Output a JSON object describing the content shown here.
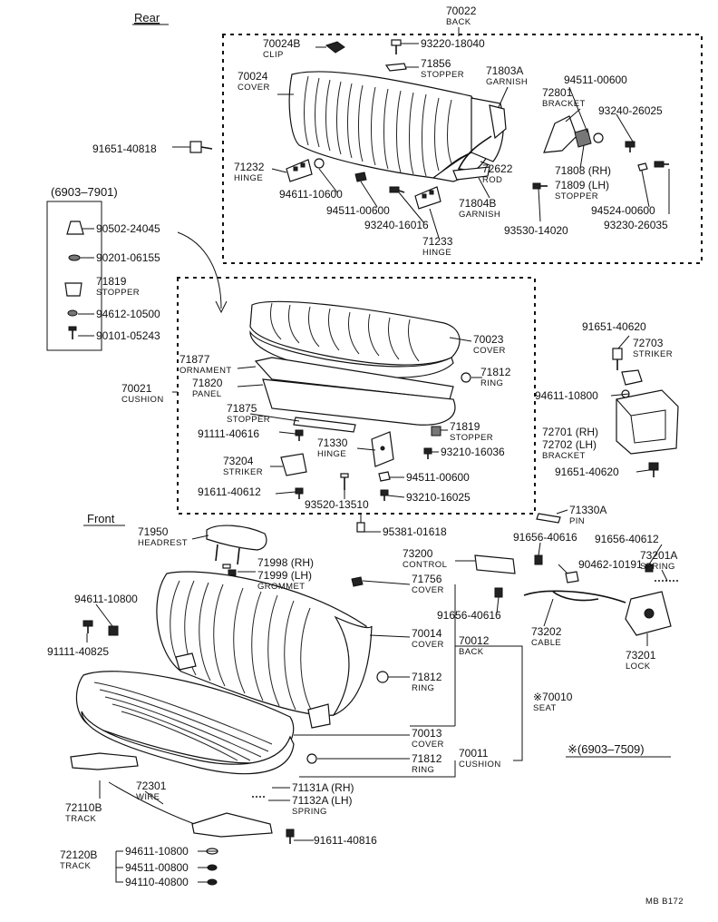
{
  "headings": {
    "rear": "Rear",
    "front": "Front",
    "range_rear": "(6903–7901)",
    "range_front": "※(6903–7509)",
    "code": "MB B172"
  },
  "labels": [
    {
      "id": "70022",
      "num": "70022",
      "sub": "BACK"
    },
    {
      "id": "70024b",
      "num": "70024B",
      "sub": "CLIP"
    },
    {
      "id": "93220-18040",
      "num": "93220-18040"
    },
    {
      "id": "71856",
      "num": "71856",
      "sub": "STOPPER"
    },
    {
      "id": "71803a",
      "num": "71803A",
      "sub": "GARNISH"
    },
    {
      "id": "70024",
      "num": "70024",
      "sub": "COVER"
    },
    {
      "id": "94511-00600a",
      "num": "94511-00600"
    },
    {
      "id": "72801",
      "num": "72801",
      "sub": "BRACKET"
    },
    {
      "id": "93240-26025",
      "num": "93240-26025"
    },
    {
      "id": "91651-40818",
      "num": "91651-40818"
    },
    {
      "id": "71232",
      "num": "71232",
      "sub": "HINGE"
    },
    {
      "id": "72622",
      "num": "72622",
      "sub": "ROD"
    },
    {
      "id": "71808",
      "num": "71808 (RH)"
    },
    {
      "id": "71809",
      "num": "71809 (LH)",
      "sub": "STOPPER"
    },
    {
      "id": "94611-10600",
      "num": "94611-10600"
    },
    {
      "id": "71804b",
      "num": "71804B",
      "sub": "GARNISH"
    },
    {
      "id": "94511-00600b",
      "num": "94511-00600"
    },
    {
      "id": "94524-00600",
      "num": "94524-00600"
    },
    {
      "id": "93240-16016",
      "num": "93240-16016"
    },
    {
      "id": "93530-14020",
      "num": "93530-14020"
    },
    {
      "id": "93230-26035",
      "num": "93230-26035"
    },
    {
      "id": "71233",
      "num": "71233",
      "sub": "HINGE"
    },
    {
      "id": "90502-24045",
      "num": "90502-24045"
    },
    {
      "id": "90201-06155",
      "num": "90201-06155"
    },
    {
      "id": "71819a",
      "num": "71819",
      "sub": "STOPPER"
    },
    {
      "id": "94612-10500",
      "num": "94612-10500"
    },
    {
      "id": "90101-05243",
      "num": "90101-05243"
    },
    {
      "id": "70023",
      "num": "70023",
      "sub": "COVER"
    },
    {
      "id": "91651-40620a",
      "num": "91651-40620"
    },
    {
      "id": "72703",
      "num": "72703",
      "sub": "STRIKER"
    },
    {
      "id": "71877",
      "num": "71877",
      "sub": "ORNAMENT"
    },
    {
      "id": "71820",
      "num": "71820",
      "sub": "PANEL"
    },
    {
      "id": "70021",
      "num": "70021",
      "sub": "CUSHION"
    },
    {
      "id": "71812a",
      "num": "71812",
      "sub": "RING"
    },
    {
      "id": "94611-10800a",
      "num": "94611-10800"
    },
    {
      "id": "71875",
      "num": "71875",
      "sub": "STOPPER"
    },
    {
      "id": "91111-40616",
      "num": "91111-40616"
    },
    {
      "id": "71819b",
      "num": "71819",
      "sub": "STOPPER"
    },
    {
      "id": "72701",
      "num": "72701 (RH)"
    },
    {
      "id": "72702",
      "num": "72702 (LH)",
      "sub": "BRACKET"
    },
    {
      "id": "71330",
      "num": "71330",
      "sub": "HINGE"
    },
    {
      "id": "93210-16036",
      "num": "93210-16036"
    },
    {
      "id": "73204",
      "num": "73204",
      "sub": "STRIKER"
    },
    {
      "id": "91651-40620b",
      "num": "91651-40620"
    },
    {
      "id": "94511-00600c",
      "num": "94511-00600"
    },
    {
      "id": "91611-40612",
      "num": "91611-40612"
    },
    {
      "id": "93520-13510",
      "num": "93520-13510"
    },
    {
      "id": "93210-16025",
      "num": "93210-16025"
    },
    {
      "id": "71330a",
      "num": "71330A",
      "sub": "PIN"
    },
    {
      "id": "95381-01618",
      "num": "95381-01618"
    },
    {
      "id": "71950",
      "num": "71950",
      "sub": "HEADREST"
    },
    {
      "id": "91656-40616a",
      "num": "91656-40616"
    },
    {
      "id": "91656-40612",
      "num": "91656-40612"
    },
    {
      "id": "71998",
      "num": "71998 (RH)"
    },
    {
      "id": "71999",
      "num": "71999 (LH)",
      "sub": "GROMMET"
    },
    {
      "id": "73200",
      "num": "73200",
      "sub": "CONTROL"
    },
    {
      "id": "90462-10191",
      "num": "90462-10191"
    },
    {
      "id": "73201a",
      "num": "73201A",
      "sub": "SPRING"
    },
    {
      "id": "71756",
      "num": "71756",
      "sub": "COVER"
    },
    {
      "id": "94611-10800b",
      "num": "94611-10800"
    },
    {
      "id": "91656-40616b",
      "num": "91656-40616"
    },
    {
      "id": "70014",
      "num": "70014",
      "sub": "COVER"
    },
    {
      "id": "70012",
      "num": "70012",
      "sub": "BACK"
    },
    {
      "id": "73202",
      "num": "73202",
      "sub": "CABLE"
    },
    {
      "id": "91111-40825",
      "num": "91111-40825"
    },
    {
      "id": "73201",
      "num": "73201",
      "sub": "LOCK"
    },
    {
      "id": "71812b",
      "num": "71812",
      "sub": "RING"
    },
    {
      "id": "70010",
      "num": "※70010",
      "sub": "SEAT"
    },
    {
      "id": "70013",
      "num": "70013",
      "sub": "COVER"
    },
    {
      "id": "71812c",
      "num": "71812",
      "sub": "RING"
    },
    {
      "id": "70011",
      "num": "70011",
      "sub": "CUSHION"
    },
    {
      "id": "72301",
      "num": "72301",
      "sub": "WIRE"
    },
    {
      "id": "71131a",
      "num": "71131A (RH)"
    },
    {
      "id": "71132a",
      "num": "71132A (LH)",
      "sub": "SPRING"
    },
    {
      "id": "72110b",
      "num": "72110B",
      "sub": "TRACK"
    },
    {
      "id": "91611-40816",
      "num": "91611-40816"
    },
    {
      "id": "72120b",
      "num": "72120B",
      "sub": "TRACK"
    },
    {
      "id": "94611-10800c",
      "num": "94611-10800"
    },
    {
      "id": "94511-00800",
      "num": "94511-00800"
    },
    {
      "id": "94110-40800",
      "num": "94110-40800"
    }
  ]
}
